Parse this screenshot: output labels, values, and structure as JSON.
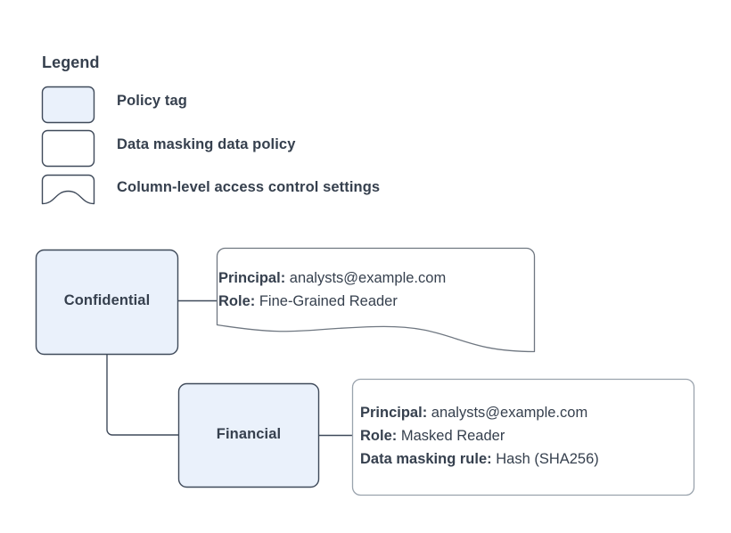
{
  "diagram": {
    "title_visible": false,
    "colors": {
      "policy_tag_fill": "#eaf1fb",
      "policy_tag_stroke": "#3f4a5a",
      "callout_stroke": "#9aa3ad",
      "masking_policy_stroke": "#3f4a5a",
      "connector": "#3f4a5a",
      "text": "#36404e",
      "background": "#ffffff"
    }
  },
  "legend": {
    "title": "Legend",
    "items": [
      {
        "shape": "rounded-rect-filled",
        "label": "Policy tag"
      },
      {
        "shape": "rounded-rect-outline",
        "label": "Data masking data policy"
      },
      {
        "shape": "wavy-bottom-document",
        "label": "Column-level access control settings"
      }
    ]
  },
  "nodes": [
    {
      "id": "confidential",
      "label": "Confidential",
      "type": "policy-tag"
    },
    {
      "id": "financial",
      "label": "Financial",
      "type": "policy-tag"
    }
  ],
  "callouts": [
    {
      "id": "confidential-settings",
      "type": "column-level-access-control-settings",
      "attached_to": "confidential",
      "rows": [
        {
          "key": "Principal:",
          "value": "analysts@example.com"
        },
        {
          "key": "Role:",
          "value": "Fine-Grained Reader"
        }
      ]
    },
    {
      "id": "financial-settings",
      "type": "data-masking-data-policy",
      "attached_to": "financial",
      "rows": [
        {
          "key": "Principal:",
          "value": "analysts@example.com"
        },
        {
          "key": "Role:",
          "value": "Masked Reader"
        },
        {
          "key": "Data masking rule:",
          "value": "Hash (SHA256)"
        }
      ]
    }
  ],
  "connectors": [
    {
      "from": "confidential",
      "to": "confidential-settings"
    },
    {
      "from": "confidential",
      "to": "financial"
    },
    {
      "from": "financial",
      "to": "financial-settings"
    }
  ]
}
